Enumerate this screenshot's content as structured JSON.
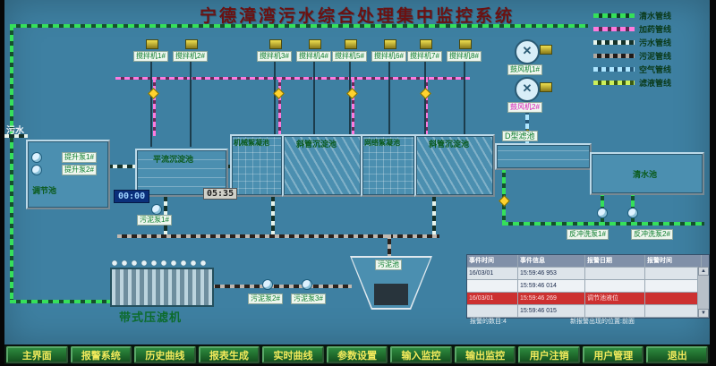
{
  "title": "宁德漳湾污水综合处理集中监控系统",
  "inlet_label": "污水",
  "legend": {
    "items": [
      {
        "label": "清水管线",
        "color": "#35e05a"
      },
      {
        "label": "加药管线",
        "color": "#ff7ade"
      },
      {
        "label": "污水管线",
        "color": "#15322a"
      },
      {
        "label": "污泥管线",
        "color": "#201a18"
      },
      {
        "label": "空气管线",
        "color": "#aee6ff"
      },
      {
        "label": "滤液管线",
        "color": "#cdf05a"
      }
    ]
  },
  "tanks": {
    "regulation": "调节池",
    "horizontal_sed": "平流沉淀池",
    "mech_floc": "机械絮凝池",
    "inclined_sed_1": "斜管沉淀池",
    "grid_floc": "网络絮凝池",
    "inclined_sed_2": "斜管沉淀池",
    "d_filter": "D型滤池",
    "clear_water": "清水池",
    "sludge": "污泥池",
    "belt_press": "带式压滤机"
  },
  "mixers": [
    "搅拌机1#",
    "搅拌机2#",
    "搅拌机3#",
    "搅拌机4#",
    "搅拌机5#",
    "搅拌机6#",
    "搅拌机7#",
    "搅拌机8#"
  ],
  "pumps": {
    "lift1": "提升泵1#",
    "lift2": "提升泵2#",
    "sludge1": "污泥泵1#",
    "sludge2": "污泥泵2#",
    "sludge3": "污泥泵3#",
    "backwash1": "反冲洗泵1#",
    "backwash2": "反冲洗泵2#"
  },
  "blowers": {
    "b1": "鼓风机1#",
    "b2": "鼓风机2#"
  },
  "timers": {
    "t1": "00:00",
    "t2": "05:35"
  },
  "alarm_table": {
    "headers": [
      "事件时间",
      "事件信息",
      "报警日期",
      "报警时间"
    ],
    "rows": [
      {
        "c1": "16/03/01",
        "c2": "15:59:46 953",
        "c3": "",
        "c4": ""
      },
      {
        "c1": "",
        "c2": "15:59:46 014",
        "c3": "",
        "c4": ""
      },
      {
        "c1": "16/03/01",
        "c2": "15:59:46 269",
        "c3": "调节池液位",
        "c4": ""
      },
      {
        "c1": "",
        "c2": "15:59:46 015",
        "c3": "",
        "c4": ""
      }
    ],
    "footer_left": "报警的数目:4",
    "footer_right": "新报警出现的位置:前面"
  },
  "nav": {
    "items": [
      "主界面",
      "报警系统",
      "历史曲线",
      "报表生成",
      "实时曲线",
      "参数设置",
      "输入监控",
      "输出监控",
      "用户注销",
      "用户管理",
      "退出"
    ]
  }
}
